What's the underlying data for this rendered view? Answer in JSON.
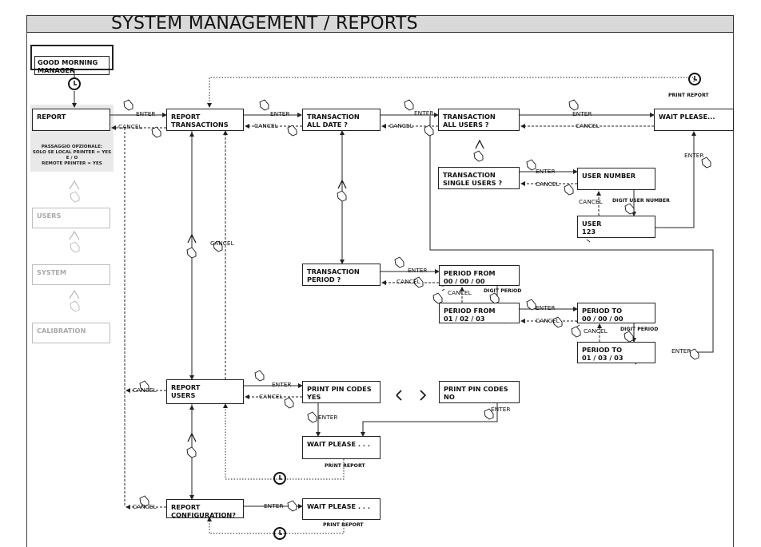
{
  "header": {
    "title": "SYSTEM MANAGEMENT / REPORTS"
  },
  "boxes": {
    "good_morning": "GOOD MORNING\nMANAGER",
    "report": "REPORT",
    "users_menu": "USERS",
    "system_menu": "SYSTEM",
    "calibration_menu": "CALIBRATION",
    "report_transactions": "REPORT\nTRANSACTIONS",
    "transaction_all_date": "TRANSACTION\nALL DATE ?",
    "transaction_all_users": "TRANSACTION\nALL USERS ?",
    "wait_please_top": "WAIT PLEASE...",
    "transaction_single_users": "TRANSACTION\nSINGLE USERS ?",
    "user_number": "USER NUMBER",
    "user_123": "USER\n123",
    "transaction_period": "TRANSACTION\nPERIOD ?",
    "period_from_1": "PERIOD FROM\n00 / 00 / 00",
    "period_from_2": "PERIOD FROM\n01 / 02 / 03",
    "period_to_1": "PERIOD TO\n00 / 00 / 00",
    "period_to_2": "PERIOD TO\n01 / 03 / 03",
    "report_users": "REPORT\nUSERS",
    "print_pin_yes": "PRINT PIN CODES\nYES",
    "print_pin_no": "PRINT PIN CODES\nNO",
    "wait_please_users": "WAIT PLEASE . . .",
    "report_configuration": "REPORT\nCONFIGURATION?",
    "wait_please_config": "WAIT PLEASE . . ."
  },
  "notes": {
    "optional": "PASSAGGIO OPZIONALE:\nSOLO SE LOCAL PRINTER = YES\nE / O\nREMOTE PRINTER = YES"
  },
  "labels": {
    "enter": "ENTER",
    "cancel": "CANCEL",
    "print_report": "PRINT REPORT",
    "digit_user_number": "DIGIT USER NUMBER",
    "digit_period": "DIGIT PERIOD",
    "arrows_lr": "< >"
  },
  "colors": {
    "header_bg": "#d9d9d9",
    "panel_bg": "#e9e9e9",
    "greyed": "#a9a9a9",
    "ink": "#222222"
  },
  "icons": [
    "clock-icon",
    "hand-press-icon",
    "up-arrow-icon",
    "blink-cursor-icon"
  ]
}
